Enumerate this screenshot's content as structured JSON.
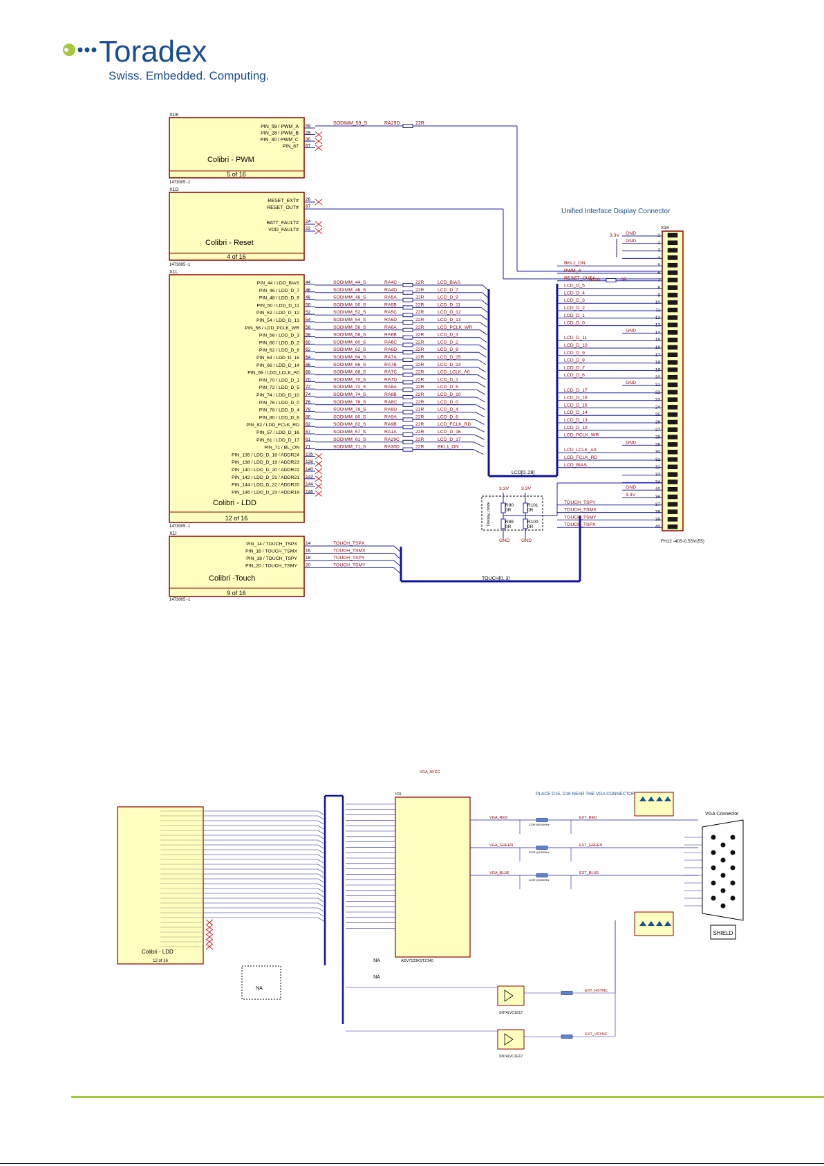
{
  "header": {
    "brand": "Toradex",
    "tagline": "Swiss. Embedded. Computing."
  },
  "colors": {
    "brand_blue": "#1a4e8e",
    "brand_green": "#a3c83a",
    "part_fill": "#ffffc0",
    "part_border": "#8b0000",
    "net_blue": "#1f1f9f",
    "net_red": "#8b0000"
  },
  "upper": {
    "pwm": {
      "ref": "X1E",
      "pins": [
        "PIN_59 / PWM_A",
        "PIN_28 / PWM_B",
        "PIN_30 / PWM_C",
        "PIN_67"
      ],
      "nums": [
        "59",
        "28",
        "30",
        "67"
      ],
      "title": "Colibri  -  PWM",
      "page": "5  of  16",
      "part": "1473005 -1",
      "net": "SODIMM_59_S",
      "res": "RA29D",
      "val": "22R"
    },
    "reset": {
      "ref": "X1D",
      "pins": [
        "RESET_EXT#",
        "RESET_OUT#",
        "BATT_FAULT#",
        "VDD_FAULT#"
      ],
      "nums": [
        "26",
        "87",
        "24",
        "22"
      ],
      "title": "Colibri  -  Reset",
      "page": "4  of  16",
      "part": "1473005 -1"
    },
    "ldd": {
      "ref": "X1L",
      "title": "Colibri  -  LDD",
      "page": "12  of  16",
      "part": "1473005 -1",
      "rows": [
        {
          "pin": "PIN_44 / LDD_BIAS",
          "n": "44",
          "net": "SODIMM_44_S",
          "ra": "RA4C",
          "v": "22R",
          "sig": "LCD_BIAS"
        },
        {
          "pin": "PIN_46 / LDD_D_7",
          "n": "46",
          "net": "SODIMM_46_S",
          "ra": "RA4D",
          "v": "22R",
          "sig": "LCD_D_7"
        },
        {
          "pin": "PIN_48 / LDD_D_9",
          "n": "48",
          "net": "SODIMM_48_S",
          "ra": "RA5A",
          "v": "22R",
          "sig": "LCD_D_9"
        },
        {
          "pin": "PIN_50 / LDD_D_11",
          "n": "50",
          "net": "SODIMM_50_S",
          "ra": "RA5B",
          "v": "22R",
          "sig": "LCD_D_11"
        },
        {
          "pin": "PIN_52 / LDD_D_12",
          "n": "52",
          "net": "SODIMM_52_S",
          "ra": "RA5C",
          "v": "22R",
          "sig": "LCD_D_12"
        },
        {
          "pin": "PIN_54 / LDD_D_13",
          "n": "54",
          "net": "SODIMM_54_S",
          "ra": "RA5D",
          "v": "22R",
          "sig": "LCD_D_13"
        },
        {
          "pin": "PIN_56 / LDD_PCLK_WR",
          "n": "56",
          "net": "SODIMM_56_S",
          "ra": "RA6A",
          "v": "22R",
          "sig": "LCD_PCLK_WR"
        },
        {
          "pin": "PIN_58 / LDD_D_3",
          "n": "58",
          "net": "SODIMM_58_S",
          "ra": "RA6B",
          "v": "22R",
          "sig": "LCD_D_3"
        },
        {
          "pin": "PIN_60 / LDD_D_2",
          "n": "60",
          "net": "SODIMM_60_S",
          "ra": "RA6C",
          "v": "22R",
          "sig": "LCD_D_2"
        },
        {
          "pin": "PIN_62 / LDD_D_8",
          "n": "62",
          "net": "SODIMM_62_S",
          "ra": "RA6D",
          "v": "22R",
          "sig": "LCD_D_8"
        },
        {
          "pin": "PIN_64 / LDD_D_15",
          "n": "64",
          "net": "SODIMM_64_S",
          "ra": "RA7A",
          "v": "22R",
          "sig": "LCD_D_15"
        },
        {
          "pin": "PIN_66 / LDD_D_14",
          "n": "66",
          "net": "SODIMM_66_S",
          "ra": "RA7B",
          "v": "22R",
          "sig": "LCD_D_14"
        },
        {
          "pin": "PIN_68 / LDD_LCLK_A0",
          "n": "68",
          "net": "SODIMM_68_S",
          "ra": "RA7C",
          "v": "22R",
          "sig": "LCD_LCLK_A0"
        },
        {
          "pin": "PIN_70 / LDD_D_1",
          "n": "70",
          "net": "SODIMM_70_S",
          "ra": "RA7D",
          "v": "22R",
          "sig": "LCD_D_1"
        },
        {
          "pin": "PIN_72 / LDD_D_5",
          "n": "72",
          "net": "SODIMM_72_S",
          "ra": "RA8A",
          "v": "22R",
          "sig": "LCD_D_5"
        },
        {
          "pin": "PIN_74 / LDD_D_10",
          "n": "74",
          "net": "SODIMM_74_S",
          "ra": "RA8B",
          "v": "22R",
          "sig": "LCD_D_10"
        },
        {
          "pin": "PIN_76 / LDD_D_0",
          "n": "76",
          "net": "SODIMM_76_S",
          "ra": "RA8C",
          "v": "22R",
          "sig": "LCD_D_0"
        },
        {
          "pin": "PIN_78 / LDD_D_4",
          "n": "78",
          "net": "SODIMM_78_S",
          "ra": "RA8D",
          "v": "22R",
          "sig": "LCD_D_4"
        },
        {
          "pin": "PIN_80 / LDD_D_6",
          "n": "80",
          "net": "SODIMM_80_S",
          "ra": "RA9A",
          "v": "22R",
          "sig": "LCD_D_6"
        },
        {
          "pin": "PIN_82 / LDD_FCLK_RD",
          "n": "82",
          "net": "SODIMM_82_S",
          "ra": "RA9B",
          "v": "22R",
          "sig": "LCD_FCLK_RD"
        },
        {
          "pin": "PIN_57 / LDD_D_16",
          "n": "57",
          "net": "SODIMM_57_S",
          "ra": "RA1A",
          "v": "22R",
          "sig": "LCD_D_16"
        },
        {
          "pin": "PIN_61 / LDD_D_17",
          "n": "61",
          "net": "SODIMM_61_S",
          "ra": "RA29C",
          "v": "22R",
          "sig": "LCD_D_17"
        },
        {
          "pin": "PIN_71 / BL_ON",
          "n": "71",
          "net": "SODIMM_71_S",
          "ra": "RA30D",
          "v": "22R",
          "sig": "BKL1_ON"
        },
        {
          "pin": "PIN_135 / LDD_D_18 / ADDR24",
          "n": "135"
        },
        {
          "pin": "PIN_138 / LDD_D_19 / ADDR23",
          "n": "138"
        },
        {
          "pin": "PIN_140 / LDD_D_20 / ADDR22",
          "n": "140"
        },
        {
          "pin": "PIN_142 / LDD_D_21 / ADDR21",
          "n": "142"
        },
        {
          "pin": "PIN_144 / LDD_D_22 / ADDR20",
          "n": "144"
        },
        {
          "pin": "PIN_146 / LDD_D_23 / ADDR19",
          "n": "146"
        }
      ]
    },
    "touch": {
      "ref": "X1I",
      "title": "Colibri  -Touch",
      "page": "9  of  16",
      "part": "1473005 -1",
      "rows": [
        {
          "pin": "PIN_14 / TOUCH_TSPX",
          "n": "14",
          "sig": "TOUCH_TSPX"
        },
        {
          "pin": "PIN_16 / TOUCH_TSMX",
          "n": "16",
          "sig": "TOUCH_TSMX"
        },
        {
          "pin": "PIN_18 / TOUCH_TSPY",
          "n": "18",
          "sig": "TOUCH_TSPY"
        },
        {
          "pin": "PIN_20 / TOUCH_TSMY",
          "n": "20",
          "sig": "TOUCH_TSMY"
        }
      ],
      "bus": "TOUCH[0..3]"
    },
    "bus_lcd": "LCD[0..28]",
    "connector": {
      "title": "Unified  Interface  Display  Connector",
      "ref": "X34",
      "part": "FH12 -40S-0.5SV(55)",
      "rows": [
        {
          "n": "1",
          "sig": "GND"
        },
        {
          "n": "2",
          "sig": "GND"
        },
        {
          "n": "3",
          "sig": ""
        },
        {
          "n": "4",
          "sig": ""
        },
        {
          "n": "5",
          "sig": "BKL1_ON"
        },
        {
          "n": "6",
          "sig": "PWM_A"
        },
        {
          "n": "7",
          "sig": "RESET_OUT#"
        },
        {
          "n": "8",
          "sig": "LCD_D_5"
        },
        {
          "n": "9",
          "sig": "LCD_D_4"
        },
        {
          "n": "10",
          "sig": "LCD_D_3"
        },
        {
          "n": "11",
          "sig": "LCD_D_2"
        },
        {
          "n": "12",
          "sig": "LCD_D_1"
        },
        {
          "n": "13",
          "sig": "LCD_D_0"
        },
        {
          "n": "14",
          "sig": "GND"
        },
        {
          "n": "15",
          "sig": "LCD_D_11"
        },
        {
          "n": "16",
          "sig": "LCD_D_10"
        },
        {
          "n": "17",
          "sig": "LCD_D_9"
        },
        {
          "n": "18",
          "sig": "LCD_D_8"
        },
        {
          "n": "19",
          "sig": "LCD_D_7"
        },
        {
          "n": "20",
          "sig": "LCD_D_6"
        },
        {
          "n": "21",
          "sig": "GND"
        },
        {
          "n": "22",
          "sig": "LCD_D_17"
        },
        {
          "n": "23",
          "sig": "LCD_D_16"
        },
        {
          "n": "24",
          "sig": "LCD_D_15"
        },
        {
          "n": "25",
          "sig": "LCD_D_14"
        },
        {
          "n": "26",
          "sig": "LCD_D_13"
        },
        {
          "n": "27",
          "sig": "LCD_D_12"
        },
        {
          "n": "28",
          "sig": "LCD_PCLK_WR"
        },
        {
          "n": "29",
          "sig": "GND"
        },
        {
          "n": "30",
          "sig": "LCD_LCLK_A0"
        },
        {
          "n": "31",
          "sig": "LCD_FCLK_RD"
        },
        {
          "n": "32",
          "sig": "LCD_BIAS"
        },
        {
          "n": "33",
          "sig": ""
        },
        {
          "n": "34",
          "sig": ""
        },
        {
          "n": "35",
          "sig": "GND"
        },
        {
          "n": "36",
          "sig": "3.3V"
        },
        {
          "n": "37",
          "sig": "TOUCH_TSPY"
        },
        {
          "n": "38",
          "sig": "TOUCH_TSMX"
        },
        {
          "n": "39",
          "sig": "TOUCH_TSMY"
        },
        {
          "n": "40",
          "sig": "TOUCH_TSPX"
        }
      ],
      "supply": "3.3V",
      "r110": "R110",
      "r110_val": "0R"
    },
    "strap": {
      "v1": "3.3V",
      "v2": "3.3V",
      "r90": "R90",
      "r90v": "0R",
      "r101": "R101",
      "r101v": "0R",
      "r89": "R89",
      "r89v": "0R",
      "r100": "R100",
      "r100v": "0R",
      "label": "Display_mode",
      "gnd1": "GND",
      "gnd2": "GND"
    }
  },
  "lower": {
    "ldd_title": "Colibri  -  LDD",
    "ldd_page": "12  of  16",
    "ic_ref": "IC5",
    "ic_part": "ADV7123KSTZ140",
    "vga_title": "VGA  Connector",
    "note": "PLACE  D15,  D16  NEAR THE VGA CONNECTOR",
    "shield": "SHIELD",
    "supply": "VGA_AVCC",
    "red": "VGA_RED",
    "green": "VGA_GREEN",
    "blue": "VGA_BLUE",
    "ext_red": "EXT_RED",
    "ext_green": "EXT_GREEN",
    "ext_blue": "EXT_BLUE",
    "hsync": "EXT_HSYNC",
    "vsync": "EXT_VSYNC",
    "na1": "NA",
    "na2": "NA",
    "na3": "NA",
    "buffer": "SN74LVC1G17",
    "ferrite": "220R @100MHz"
  }
}
